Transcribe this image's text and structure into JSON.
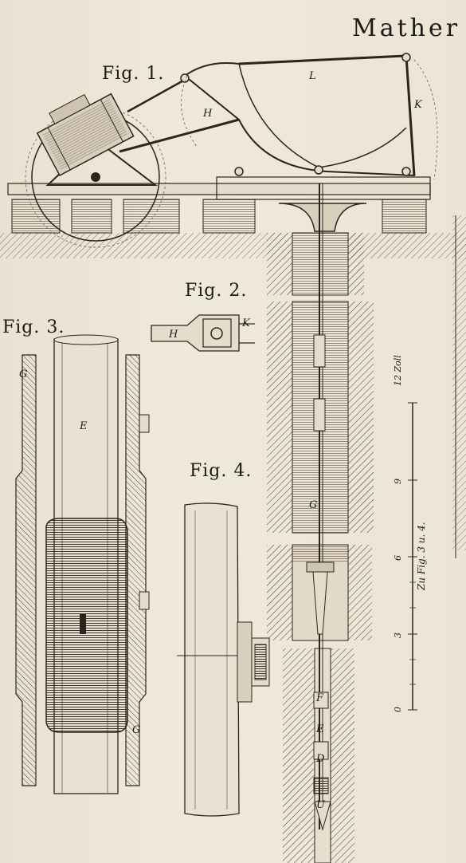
{
  "title": "Mather",
  "figures": {
    "fig1": "Fig. 1.",
    "fig2": "Fig. 2.",
    "fig3": "Fig. 3.",
    "fig4": "Fig. 4."
  },
  "part_labels": {
    "L": "L",
    "K": "K",
    "H": "H",
    "fig2_H": "H",
    "fig2_K": "K",
    "E": "E",
    "G_top": "G",
    "G_bottom": "G",
    "G_shaft": "G",
    "F": "F",
    "E_shaft": "E",
    "D": "D",
    "U": "U"
  },
  "scale": {
    "unit": "12 Zoll",
    "ticks": [
      "0",
      "3",
      "6",
      "9"
    ],
    "caption": "Zu Fig. 3 u. 4."
  }
}
